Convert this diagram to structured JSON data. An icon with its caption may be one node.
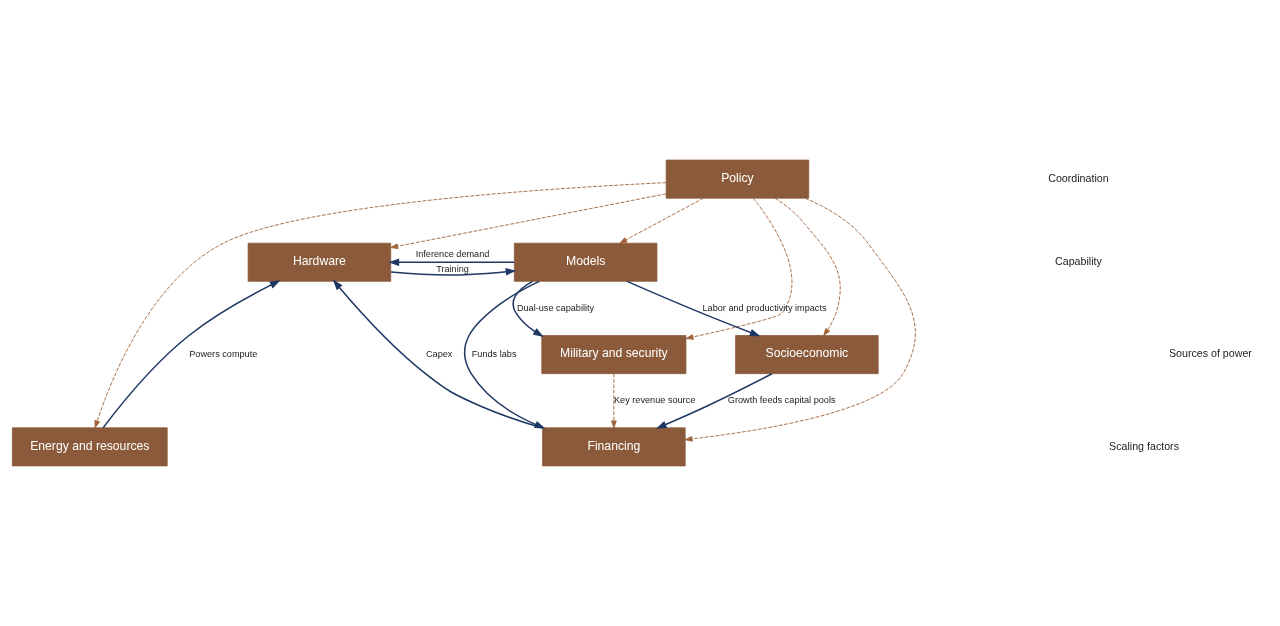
{
  "diagram": {
    "nodes": [
      {
        "text": [
          "Policy"
        ]
      },
      {
        "text": [
          "Hardware"
        ]
      },
      {
        "text": [
          "Models"
        ]
      },
      {
        "text": [
          "Financing"
        ]
      },
      {
        "text": [
          "Energy and resources"
        ]
      },
      {
        "text": [
          "Socioeconomic"
        ]
      },
      {
        "text": [
          "Military and security"
        ]
      }
    ],
    "edges": [
      {
        "from": 0,
        "to": 1,
        "arrow": "to",
        "style": "dashed",
        "color": "#a0643c"
      },
      {
        "from": 0,
        "to": 2,
        "arrow": "to",
        "style": "dashed",
        "color": "#a0643c"
      },
      {
        "from": 0,
        "to": 3,
        "arrow": "to",
        "style": "dashed",
        "color": "#a0643c"
      },
      {
        "from": 0,
        "to": 4,
        "arrow": "to",
        "style": "dashed",
        "color": "#a0643c"
      },
      {
        "from": 0,
        "to": 5,
        "arrow": "to",
        "style": "dashed",
        "color": "#a0643c"
      },
      {
        "from": 0,
        "to": 6,
        "arrow": "to",
        "style": "dashed",
        "color": "#a0643c"
      },
      {
        "from": 1,
        "to": 2,
        "label": "Training",
        "arrow": "to"
      },
      {
        "from": 2,
        "to": 1,
        "label": "Inference demand",
        "arrow": "to"
      },
      {
        "from": 4,
        "to": 1,
        "label": "Powers compute",
        "arrow": "to"
      },
      {
        "from": 3,
        "to": 1,
        "label": "Capex",
        "arrow": "to"
      },
      {
        "from": 2,
        "to": 3,
        "label": "Funds labs",
        "arrow": "to"
      },
      {
        "from": 2,
        "to": 5,
        "label": "Labor and productivity impacts",
        "arrow": "to"
      },
      {
        "from": 2,
        "to": 6,
        "label": "Dual-use capability",
        "arrow": "to"
      },
      {
        "from": 5,
        "to": 3,
        "label": "Growth feeds capital pools",
        "arrow": "to"
      },
      {
        "from": 6,
        "to": 3,
        "label": "Key revenue source",
        "arrow": "to",
        "style": "dashed",
        "color": "#a0643c"
      }
    ],
    "labels": [
      "Coordination",
      "Capability",
      "Scaling factors",
      "Sources of power"
    ]
  }
}
